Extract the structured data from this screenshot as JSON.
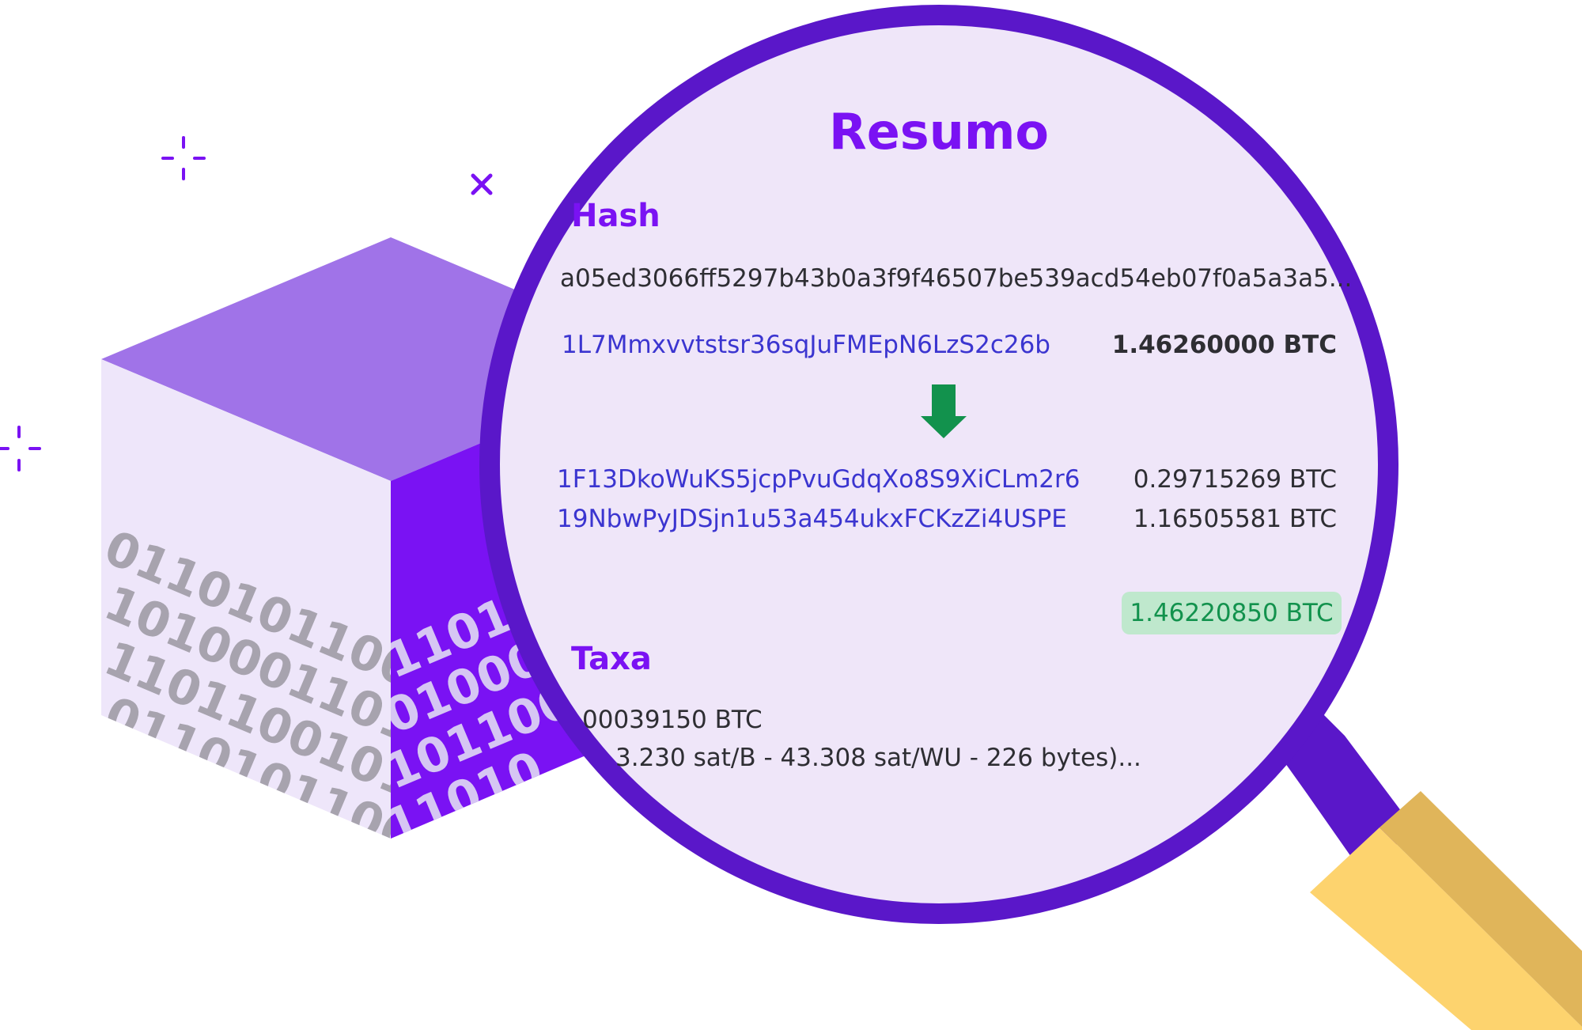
{
  "summary": {
    "title": "Resumo",
    "hash_label": "Hash",
    "hash_value": "a05ed3066ff5297b43b0a3f9f46507be539acd54eb07f0a5a3a5...",
    "input": {
      "address": "1L7Mmxvvtstsr36sqJuFMEpN6LzS2c26b",
      "amount": "1.46260000 BTC"
    },
    "outputs": [
      {
        "address": "1F13DkoWuKS5jcpPvuGdqXo8S9XiCLm2r6",
        "amount": "0.29715269 BTC"
      },
      {
        "address": "19NbwPyJDSjn1u53a454ukxFCKzZi4USPE",
        "amount": "1.16505581 BTC"
      }
    ],
    "total_output": "1.46220850 BTC",
    "fee_label": "Taxa",
    "fee_amount": "00039150 BTC",
    "fee_detail": "3.230 sat/B - 43.308 sat/WU - 226 bytes)..."
  },
  "cube": {
    "binary_rows_left": [
      "01101011001",
      "1010001101",
      "1101100101",
      "0110101100"
    ],
    "binary_rows_right": [
      "11010",
      "01000.",
      "101100.",
      "11010"
    ]
  },
  "colors": {
    "accent": "#7a12f3",
    "lens_fill": "#efe6f9",
    "rim": "#5a17c9",
    "arrow": "#12924d",
    "handle": "#fdd36e",
    "cube_top": "#a073e8",
    "cube_front": "#eee6fa",
    "cube_side": "#7a12f3"
  },
  "icons": [
    "sparkle-icon",
    "x-mark-icon",
    "sparkle-icon",
    "down-arrow-icon",
    "magnifier-icon"
  ]
}
